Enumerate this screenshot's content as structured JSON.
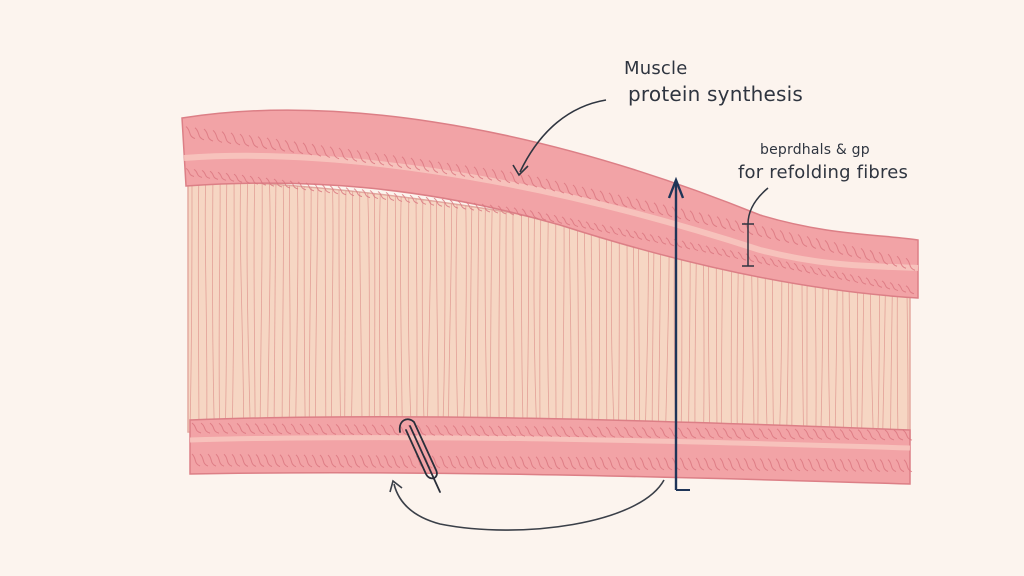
{
  "labels": {
    "synthesis_line1": "Muscle",
    "synthesis_line2": "protein synthesis",
    "refolding_line1": "beprdhals & gp",
    "refolding_line2": "for refolding fibres"
  },
  "colors": {
    "background": "#fcf4ee",
    "sheath_fill": "#f2a3a6",
    "sheath_stroke": "#dc7f86",
    "fiber_fill": "#f6d6c3",
    "fiber_stroke": "#dc8f8a",
    "annotation_stroke": "#2f3540",
    "axis_arrow": "#1e3558"
  },
  "icons": {
    "pointer_arrow": "curved-arrow-icon",
    "vertical_arrow": "up-arrow-icon",
    "clip": "paperclip-icon"
  }
}
